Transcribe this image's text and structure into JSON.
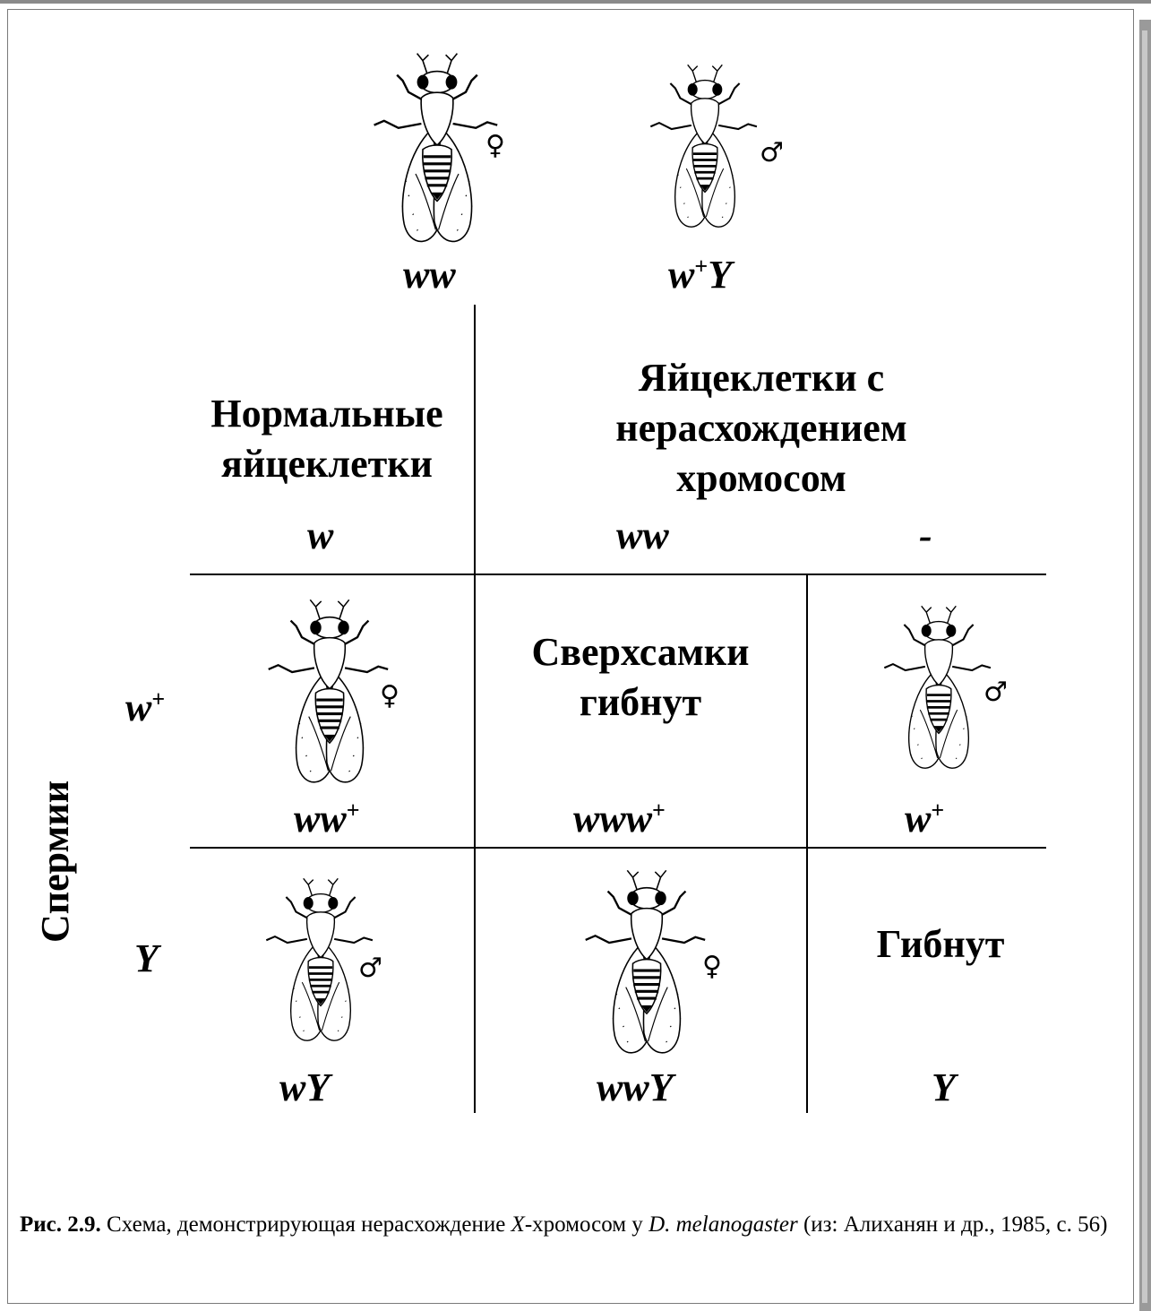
{
  "parents": {
    "female": {
      "genotype_base": "ww",
      "sex_symbol": "♀"
    },
    "male": {
      "genotype_base": "w",
      "genotype_sup": "+",
      "genotype_tail": "Y",
      "sex_symbol": "♂"
    }
  },
  "columns": {
    "normal_eggs": {
      "title_line1": "Нормальные",
      "title_line2": "яйцеклетки",
      "gamete": "w"
    },
    "nondisjunction_eggs": {
      "title_line1": "Яйцеклетки с",
      "title_line2": "нерасхождением",
      "title_line3": "хромосом",
      "gamete_a": "ww",
      "gamete_b": "-"
    }
  },
  "rows": {
    "axis_label": "Спермии",
    "row1_gamete_base": "w",
    "row1_gamete_sup": "+",
    "row2_gamete": "Y"
  },
  "cells": {
    "r1c1": {
      "genotype_base": "ww",
      "genotype_sup": "+",
      "sex_symbol": "♀"
    },
    "r1c2": {
      "text_line1": "Сверхсамки",
      "text_line2": "гибнут",
      "genotype_base": "www",
      "genotype_sup": "+"
    },
    "r1c3": {
      "genotype_base": "w",
      "genotype_sup": "+",
      "sex_symbol": "♂"
    },
    "r2c1": {
      "genotype": "wY",
      "sex_symbol": "♂"
    },
    "r2c2": {
      "genotype": "wwY",
      "sex_symbol": "♀"
    },
    "r2c3": {
      "text": "Гибнут",
      "genotype": "Y"
    }
  },
  "caption": {
    "label": "Рис. 2.9.",
    "text_1": " Схема, демонстрирующая нерасхождение ",
    "italic_x": "X",
    "text_2": "-хромосом у ",
    "italic_species": "D. melanogaster",
    "text_3": " (из: Алиханян и др., 1985, с. 56)"
  }
}
